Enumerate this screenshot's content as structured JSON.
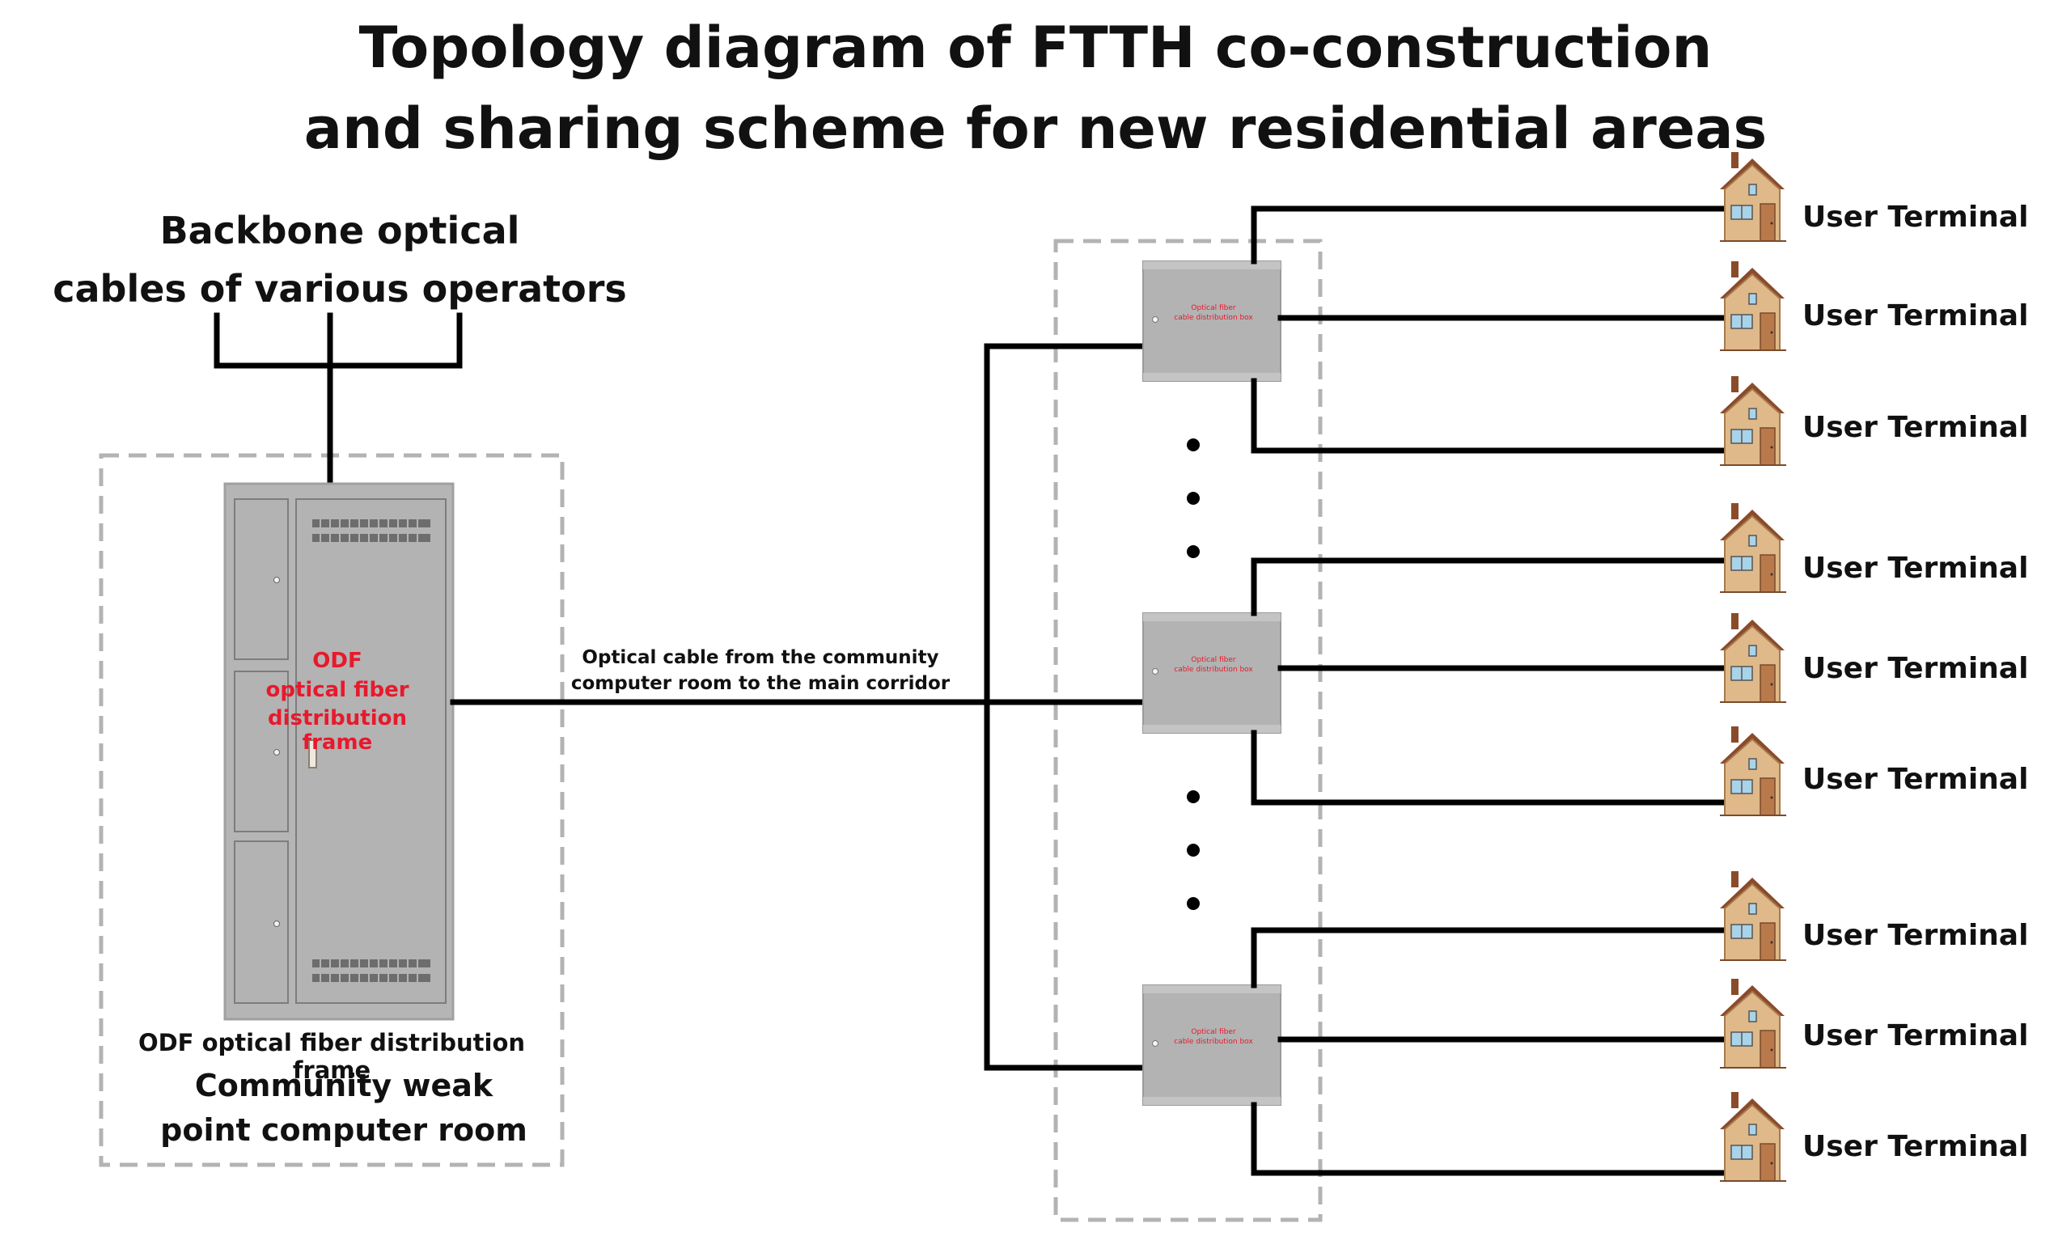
{
  "title": {
    "line1": "Topology diagram of FTTH co-construction",
    "line2": "and sharing scheme for new residential areas"
  },
  "backbone": {
    "line1": "Backbone optical",
    "line2": "cables of various operators"
  },
  "odf": {
    "frame_text_1": "ODF",
    "frame_text_2": "optical fiber",
    "frame_text_3": "distribution frame",
    "caption": "ODF optical fiber distribution frame"
  },
  "computer_room": {
    "line1": "Community weak",
    "line2": "point computer room"
  },
  "main_cable": {
    "line1": "Optical cable from the community",
    "line2": "computer room to the main corridor"
  },
  "distribution_boxes": [
    {
      "line1": "Optical fiber",
      "line2": "cable distribution box"
    },
    {
      "line1": "Optical fiber",
      "line2": "cable distribution box"
    },
    {
      "line1": "Optical fiber",
      "line2": "cable distribution box"
    }
  ],
  "user_terminals": [
    "User Terminal",
    "User Terminal",
    "User Terminal",
    "User Terminal",
    "User Terminal",
    "User Terminal",
    "User Terminal",
    "User Terminal",
    "User Terminal"
  ],
  "colors": {
    "line": "#000000",
    "dashed_box": "#b3b3b3",
    "cabinet": "#b5b5b5",
    "label_red": "#e8192c",
    "house_wall": "#dfb98a",
    "roof": "#8a4b2a",
    "door": "#b87a4b",
    "window": "#a9d3e8"
  }
}
